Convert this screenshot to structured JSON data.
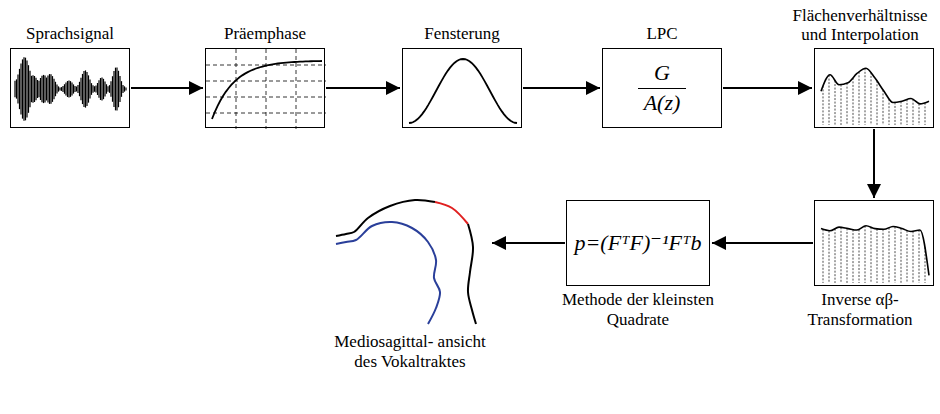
{
  "diagram": {
    "nodes": [
      {
        "text": [
          "Sprachsignal"
        ]
      },
      {
        "text": [
          "Präemphase"
        ]
      },
      {
        "text": [
          "Fensterung"
        ]
      },
      {
        "text": [
          "LPC",
          "G",
          "A(z)"
        ]
      },
      {
        "text": [
          "Flächenverhältnisse und Interpolation"
        ]
      },
      {
        "text": [
          "Inverse αβ- Transformation"
        ]
      },
      {
        "text": [
          "p=(FᵀF)⁻¹Fᵀb",
          "Methode der kleinsten Quadrate"
        ]
      },
      {
        "text": [
          "Mediosagittal- ansicht des Vokaltraktes"
        ]
      }
    ],
    "edges": [
      {
        "from": 0,
        "to": 1,
        "arrow": "to"
      },
      {
        "from": 1,
        "to": 2,
        "arrow": "to"
      },
      {
        "from": 2,
        "to": 3,
        "arrow": "to"
      },
      {
        "from": 3,
        "to": 4,
        "arrow": "to"
      },
      {
        "from": 4,
        "to": 5,
        "arrow": "to"
      },
      {
        "from": 5,
        "to": 6,
        "arrow": "to"
      },
      {
        "from": 6,
        "to": 7,
        "arrow": "to"
      }
    ]
  }
}
